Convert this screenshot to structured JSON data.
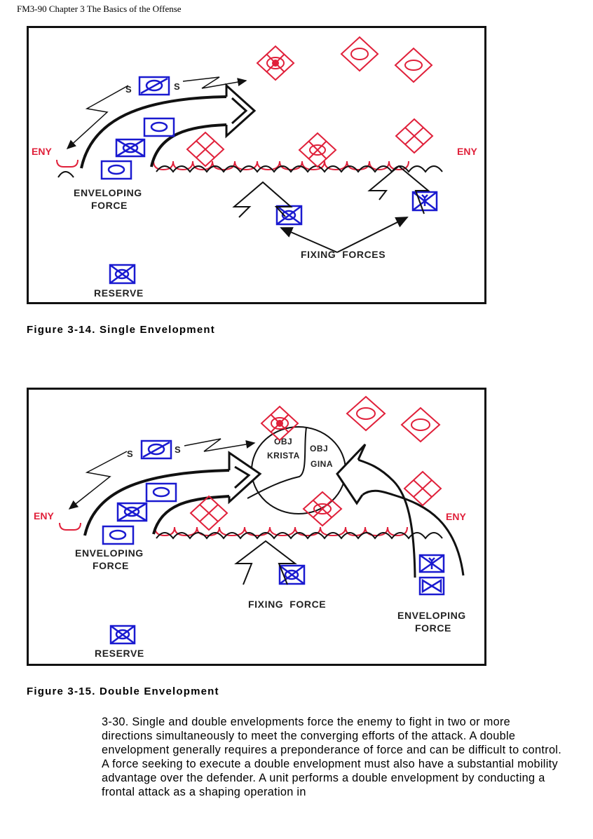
{
  "header": {
    "running_title": "FM3-90 Chapter 3 The Basics of the Offense"
  },
  "colors": {
    "friendly": "#1a1ad0",
    "enemy": "#e0203a",
    "line": "#111111"
  },
  "figures": [
    {
      "id": "3-14",
      "caption": "Figure 3-14. Single Envelopment",
      "labels": {
        "eny_left": "ENY",
        "eny_right": "ENY",
        "screen_left": "S",
        "screen_right": "S",
        "enveloping_line1": "ENVELOPING",
        "enveloping_line2": "FORCE",
        "fixing": "FIXING  FORCES",
        "reserve": "RESERVE"
      },
      "friendly_units": [
        "cavalry-screen",
        "armor",
        "mechanized-infantry",
        "armor",
        "mechanized-infantry-fixing",
        "airborne-infantry-fixing",
        "mechanized-infantry-reserve"
      ],
      "enemy_units": [
        "mechanized-infantry-hq",
        "armor",
        "armor",
        "infantry",
        "mechanized-infantry",
        "infantry"
      ]
    },
    {
      "id": "3-15",
      "caption": "Figure 3-15. Double Envelopment",
      "labels": {
        "eny_left": "ENY",
        "eny_right": "ENY",
        "screen_left": "S",
        "screen_right": "S",
        "obj_krista_line1": "OBJ",
        "obj_krista_line2": "KRISTA",
        "obj_gina_line1": "OBJ",
        "obj_gina_line2": "GINA",
        "enveloping_left_line1": "ENVELOPING",
        "enveloping_left_line2": "FORCE",
        "fixing": "FIXING  FORCE",
        "enveloping_right_line1": "ENVELOPING",
        "enveloping_right_line2": "FORCE",
        "reserve": "RESERVE"
      },
      "friendly_units": [
        "cavalry-screen",
        "armor",
        "mechanized-infantry",
        "armor",
        "mechanized-infantry-fixing",
        "airborne-infantry",
        "airborne",
        "mechanized-infantry-reserve"
      ],
      "enemy_units": [
        "mechanized-infantry-hq",
        "armor",
        "armor",
        "infantry",
        "mechanized-infantry",
        "infantry"
      ]
    }
  ],
  "body": {
    "paragraph": "3-30.   Single and double envelopments force the enemy to fight in two or more directions simultaneously to meet the converging efforts of the attack. A double envelopment generally requires a preponderance of force and can be difficult to control. A force seeking to execute a double envelopment must also have a substantial mobility advantage over the defender. A unit performs a double envelopment by conducting a frontal attack as a shaping operation in"
  }
}
